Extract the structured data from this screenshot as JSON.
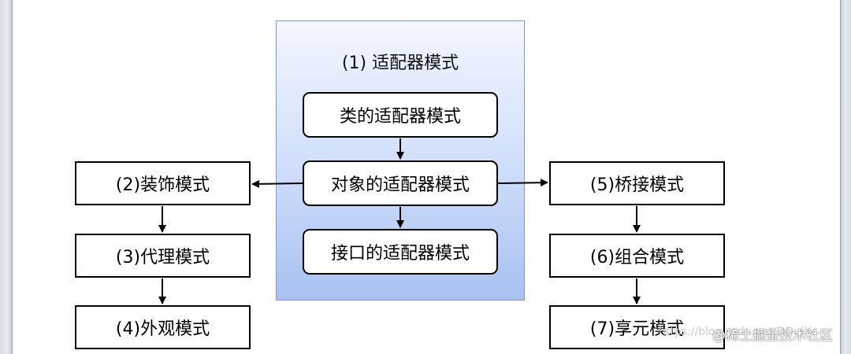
{
  "panel": {
    "title": "(1) 适配器模式",
    "nodes": {
      "class_adapter": "类的适配器模式",
      "object_adapter": "对象的适配器模式",
      "interface_adapter": "接口的适配器模式"
    }
  },
  "left_column": {
    "decorator": "(2)装饰模式",
    "proxy": "(3)代理模式",
    "facade": "(4)外观模式"
  },
  "right_column": {
    "bridge": "(5)桥接模式",
    "composite": "(6)组合模式",
    "flyweight": "(7)享元模式"
  },
  "watermark": {
    "url_text": "https://blog.csdn.net/DDuiXc",
    "brand": "@稀土掘金技术社区"
  },
  "colors": {
    "panel_top": "#f2f6fe",
    "panel_bottom": "#a8c1f2",
    "panel_border": "#7f9bc2",
    "box_border": "#000000"
  }
}
